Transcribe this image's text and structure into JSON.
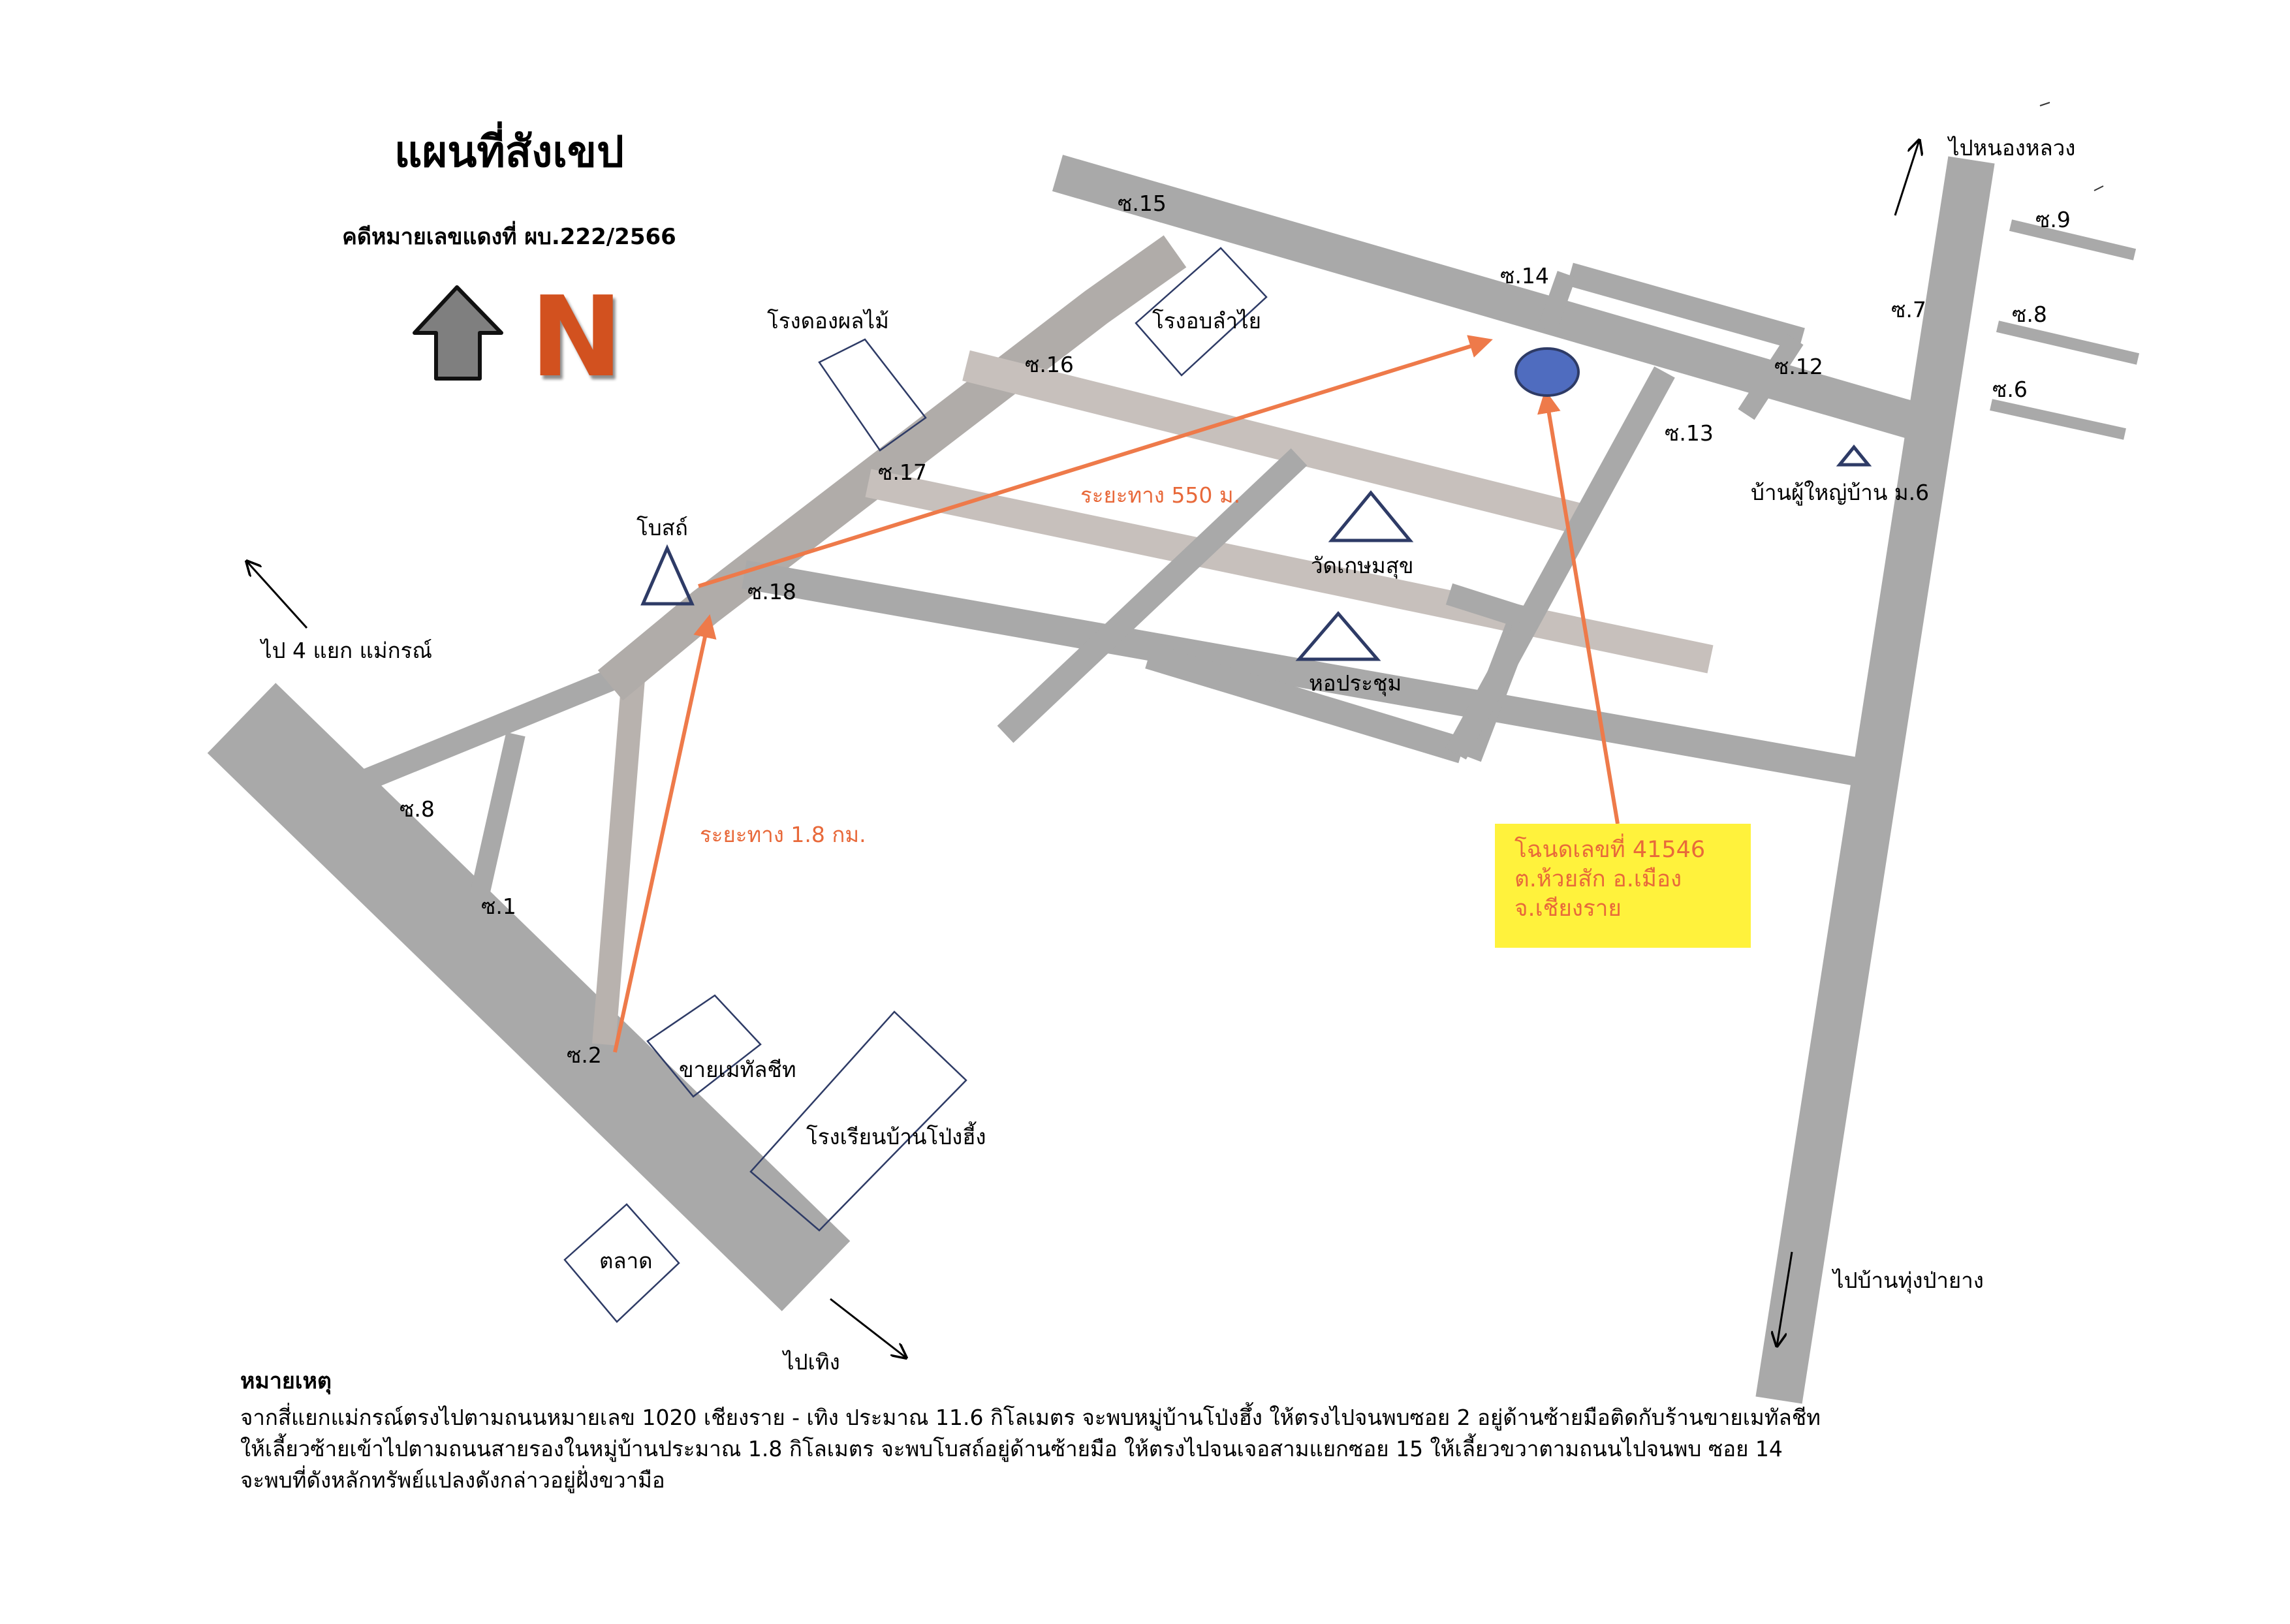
{
  "title": "แผนที่สังเขป",
  "case_number": "คดีหมายเลขแดงที่ ผบ.222/2566",
  "north_letter": "N",
  "directions": {
    "nong_luang": "ไปหนองหลวง",
    "mae_korn": "ไป 4 แยก แม่กรณ์",
    "thoeng": "ไปเทิง",
    "thung_pa_yang": "ไปบ้านทุ่งป่ายาง"
  },
  "sois": {
    "s15": "ซ.15",
    "s14": "ซ.14",
    "s16": "ซ.16",
    "s17": "ซ.17",
    "s18": "ซ.18",
    "s13": "ซ.13",
    "s12": "ซ.12",
    "s7": "ซ.7",
    "s9": "ซ.9",
    "s8_right": "ซ.8",
    "s6": "ซ.6",
    "s8_left": "ซ.8",
    "s1": "ซ.1",
    "s2": "ซ.2"
  },
  "places": {
    "fruit_factory": "โรงดองผลไม้",
    "longan_factory": "โรงอบลำไย",
    "chapel": "โบสถ์",
    "wat": "วัดเกษมสุข",
    "hall": "หอประชุม",
    "headman": "บ้านผู้ใหญ่บ้าน ม.6",
    "metal_shop": "ขายเมทัลชีท",
    "school": "โรงเรียนบ้านโป่งฮี้ง",
    "market": "ตลาด"
  },
  "distances": {
    "d550": "ระยะทาง 550 ม.",
    "d18": "ระยะทาง 1.8 กม."
  },
  "deed": {
    "line1": "โฉนดเลขที่ 41546",
    "line2": "ต.ห้วยสัก อ.เมือง",
    "line3": "จ.เชียงราย"
  },
  "notes": {
    "title": "หมายเหตุ",
    "lines": [
      "จากสี่แยกแม่กรณ์ตรงไปตามถนนหมายเลข 1020 เชียงราย - เทิง ประมาณ 11.6 กิโลเมตร จะพบหมู่บ้านโป่งฮึ้ง ให้ตรงไปจนพบซอย 2 อยู่ด้านซ้ายมือติดกับร้านขายเมทัลชีท",
      "ให้เลี้ยวซ้ายเข้าไปตามถนนสายรองในหมู่บ้านประมาณ 1.8 กิโลเมตร  จะพบโบสถ์อยู่ด้านซ้ายมือ ให้ตรงไปจนเจอสามแยกซอย 15 ให้เลี้ยวขวาตามถนนไปจนพบ ซอย 14",
      "จะพบที่ดังหลักทรัพย์แปลงดังกล่าวอยู่ฝั่งขวามือ"
    ]
  },
  "colors": {
    "road": "#a9a9a9",
    "road_light": "#c7c0bc",
    "route": "#ee7a4a",
    "marker": "#4f6cbf",
    "outline": "#2e3b66",
    "deed_bg": "#fff23c"
  }
}
